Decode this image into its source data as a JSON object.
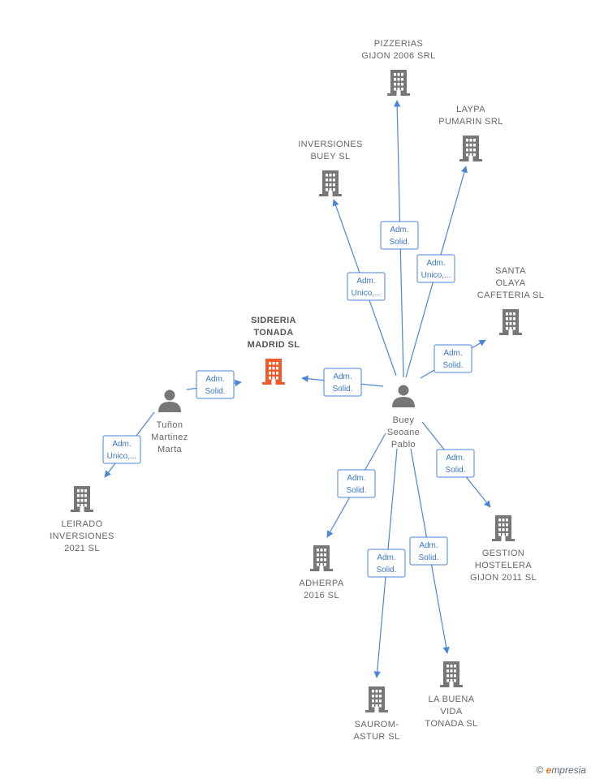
{
  "colors": {
    "edge": "#4a86d8",
    "company": "#777777",
    "focus_company": "#f05a28",
    "person": "#777777"
  },
  "nodes": [
    {
      "id": "pizzerias",
      "type": "company",
      "label": [
        "PIZZERIAS",
        "GIJON 2006 SRL"
      ]
    },
    {
      "id": "laypa",
      "type": "company",
      "label": [
        "LAYPA",
        "PUMARIN SRL"
      ]
    },
    {
      "id": "inversiones-buey",
      "type": "company",
      "label": [
        "INVERSIONES",
        "BUEY  SL"
      ]
    },
    {
      "id": "santa-olaya",
      "type": "company",
      "label": [
        "SANTA",
        "OLAYA",
        "CAFETERIA  SL"
      ]
    },
    {
      "id": "sidreria",
      "type": "company",
      "focus": true,
      "label": [
        "SIDRERIA",
        "TONADA",
        "MADRID  SL"
      ]
    },
    {
      "id": "tunon",
      "type": "person",
      "label": [
        "Tuñon",
        "Martinez",
        "Marta"
      ]
    },
    {
      "id": "buey",
      "type": "person",
      "label": [
        "Buey",
        "Seoane",
        "Pablo"
      ]
    },
    {
      "id": "leirado",
      "type": "company",
      "label": [
        "LEIRADO",
        "INVERSIONES",
        "2021  SL"
      ]
    },
    {
      "id": "adherpa",
      "type": "company",
      "label": [
        "ADHERPA",
        "2016  SL"
      ]
    },
    {
      "id": "gestion",
      "type": "company",
      "label": [
        "GESTION",
        "HOSTELERA",
        "GIJON 2011 SL"
      ]
    },
    {
      "id": "saurom",
      "type": "company",
      "label": [
        "SAUROM-",
        "ASTUR SL"
      ]
    },
    {
      "id": "buena-vida",
      "type": "company",
      "label": [
        "LA BUENA",
        "VIDA",
        "TONADA  SL"
      ]
    }
  ],
  "edges": [
    {
      "from": "buey",
      "to": "pizzerias",
      "label": [
        "Adm.",
        "Solid."
      ]
    },
    {
      "from": "buey",
      "to": "laypa",
      "label": [
        "Adm.",
        "Unico,..."
      ]
    },
    {
      "from": "buey",
      "to": "inversiones-buey",
      "label": [
        "Adm.",
        "Unico,..."
      ]
    },
    {
      "from": "buey",
      "to": "santa-olaya",
      "label": [
        "Adm.",
        "Solid."
      ]
    },
    {
      "from": "buey",
      "to": "sidreria",
      "label": [
        "Adm.",
        "Solid."
      ]
    },
    {
      "from": "tunon",
      "to": "sidreria",
      "label": [
        "Adm.",
        "Solid."
      ]
    },
    {
      "from": "tunon",
      "to": "leirado",
      "label": [
        "Adm.",
        "Unico,..."
      ]
    },
    {
      "from": "buey",
      "to": "adherpa",
      "label": [
        "Adm.",
        "Solid."
      ]
    },
    {
      "from": "buey",
      "to": "gestion",
      "label": [
        "Adm.",
        "Solid."
      ]
    },
    {
      "from": "buey",
      "to": "saurom",
      "label": [
        "Adm.",
        "Solid."
      ]
    },
    {
      "from": "buey",
      "to": "buena-vida",
      "label": [
        "Adm.",
        "Solid."
      ]
    }
  ],
  "watermark": {
    "copyright": "©",
    "brand_initial": "e",
    "brand_rest": "mpresia"
  }
}
